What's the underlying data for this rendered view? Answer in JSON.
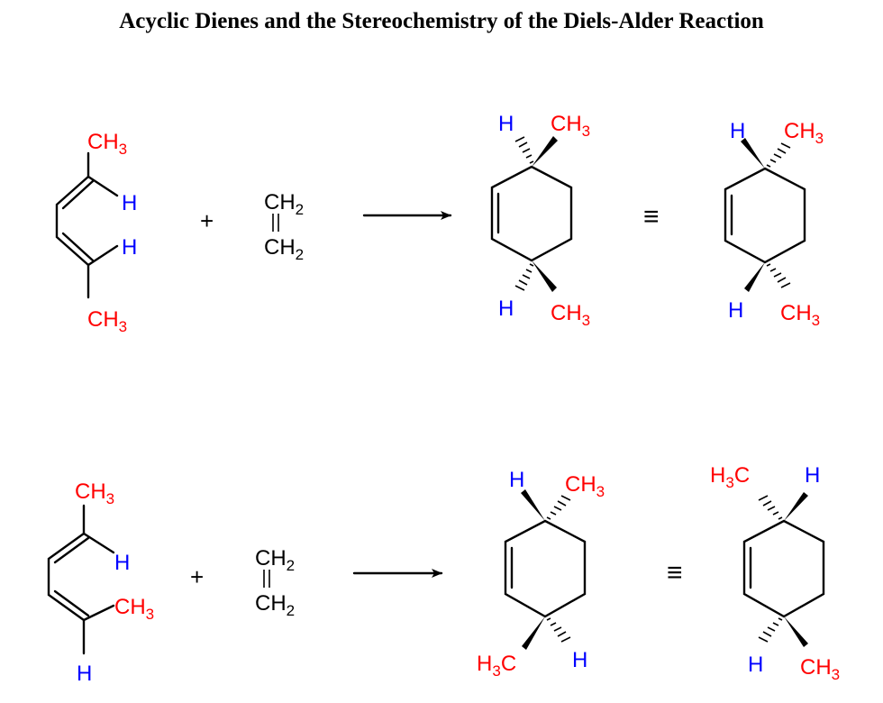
{
  "title": "Acyclic Dienes and the Stereochemistry of the Diels-Alder Reaction",
  "atoms": {
    "methyl": "CH",
    "methyl_sub": "3",
    "methyl_left_pre": "H",
    "methyl_left_sub": "3",
    "methyl_left_post": "C",
    "hydrogen": "H",
    "methylene": "CH",
    "methylene_sub": "2"
  },
  "symbols": {
    "plus": "+",
    "equivalent": "≡"
  },
  "colors": {
    "carbon_group": "#ff0000",
    "hydrogen": "#0000ff",
    "bond": "#000000"
  }
}
